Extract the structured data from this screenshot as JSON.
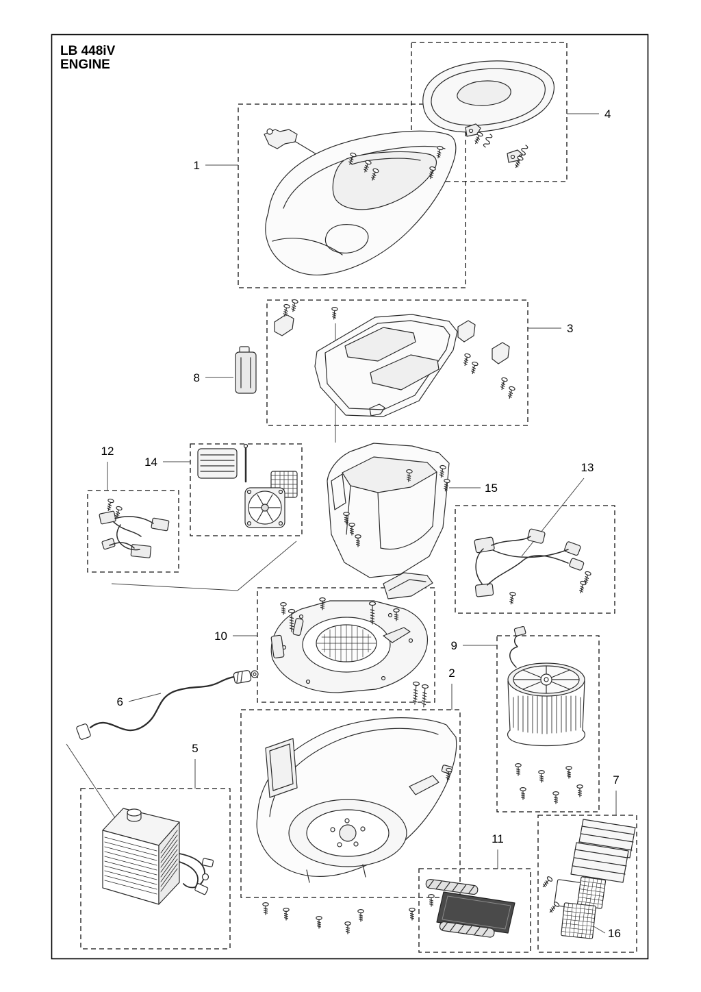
{
  "page": {
    "title": "LB 448iV",
    "subtitle": "ENGINE"
  },
  "callouts": [
    {
      "label": "1"
    },
    {
      "label": "2"
    },
    {
      "label": "3"
    },
    {
      "label": "4"
    },
    {
      "label": "5"
    },
    {
      "label": "6"
    },
    {
      "label": "7"
    },
    {
      "label": "8"
    },
    {
      "label": "9"
    },
    {
      "label": "10"
    },
    {
      "label": "11"
    },
    {
      "label": "12"
    },
    {
      "label": "13"
    },
    {
      "label": "14"
    },
    {
      "label": "15"
    },
    {
      "label": "16"
    }
  ],
  "colors": {
    "ink": "#2b2b2b",
    "paper": "#ffffff",
    "pad_dark": "#4a4a4a"
  }
}
